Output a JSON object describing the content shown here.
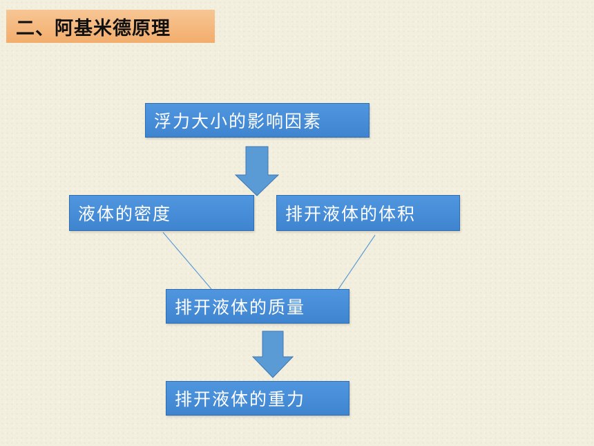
{
  "section_title": "二、阿基米德原理",
  "boxes": {
    "factors": "浮力大小的影响因素",
    "density": "液体的密度",
    "displaced_volume": "排开液体的体积",
    "displaced_mass": "排开液体的质量",
    "displaced_weight": "排开液体的重力"
  },
  "colors": {
    "box_fill": "#4a90dc",
    "arrow_fill": "#5b9bd5",
    "title_bg": "#f5b97f",
    "connector": "#5b9bd5"
  }
}
